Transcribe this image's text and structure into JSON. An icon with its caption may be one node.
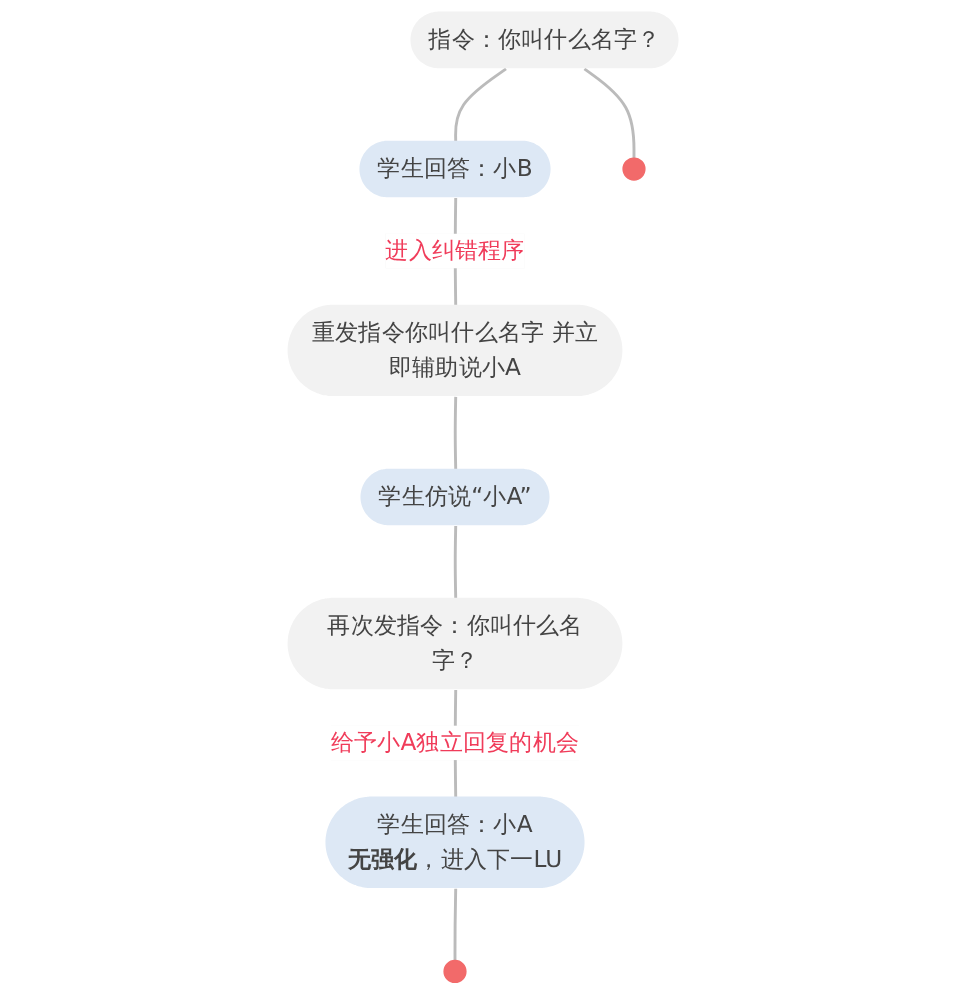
{
  "diagram": {
    "nodes": [
      {
        "text": [
          "指令：你叫什么名字？"
        ]
      },
      {
        "text": [
          "学生回答：小B"
        ]
      },
      {
        "text": [
          "重发指令你叫什么名字 并立即辅助说小A"
        ]
      },
      {
        "text": [
          "学生仿说“小A”"
        ]
      },
      {
        "text": [
          "再次发指令：你叫什么名字？"
        ]
      },
      {
        "text": [
          "学生回答：小A",
          "**无强化**，进入下一LU"
        ]
      },
      {
        "text": [],
        "shape": "circle"
      },
      {
        "text": [],
        "shape": "circle"
      }
    ],
    "edges": [
      {
        "from": 0,
        "to": 6,
        "arrow": "none"
      },
      {
        "from": 0,
        "to": 1,
        "arrow": "none"
      },
      {
        "from": 1,
        "to": 2,
        "arrow": "none",
        "label": "进入纠错程序"
      },
      {
        "from": 2,
        "to": 3,
        "arrow": "none"
      },
      {
        "from": 3,
        "to": 4,
        "arrow": "none"
      },
      {
        "from": 4,
        "to": 5,
        "arrow": "none",
        "label": "给予小A独立回复的机会"
      },
      {
        "from": 5,
        "to": 7,
        "arrow": "none"
      }
    ]
  }
}
